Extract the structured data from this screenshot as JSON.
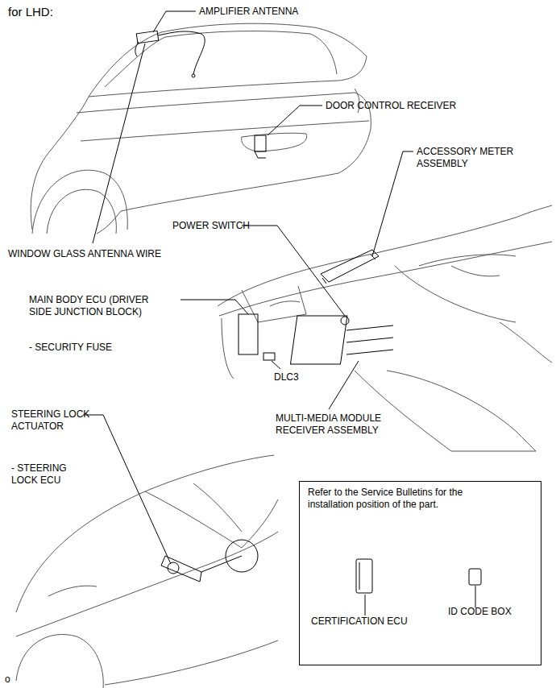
{
  "diagram": {
    "title": "for LHD:",
    "nodes": [
      {
        "text": [
          "Refer to the Service Bulletins for the installation position of the part.",
          "CERTIFICATION ECU",
          "ID CODE BOX"
        ]
      }
    ],
    "labels": [
      "AMPLIFIER ANTENNA",
      "DOOR CONTROL RECEIVER",
      "ACCESSORY METER ASSEMBLY",
      "POWER SWITCH",
      "WINDOW GLASS ANTENNA WIRE",
      "MAIN BODY ECU (DRIVER SIDE JUNCTION BLOCK)",
      "- SECURITY FUSE",
      "DLC3",
      "MULTI-MEDIA MODULE RECEIVER ASSEMBLY",
      "STEERING LOCK ACTUATOR",
      "- STEERING LOCK ECU",
      "o"
    ]
  }
}
